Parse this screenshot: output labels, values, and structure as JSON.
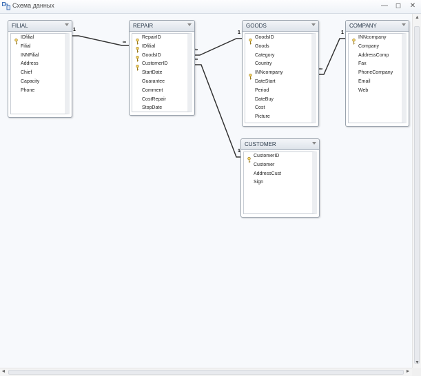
{
  "window": {
    "title": "Схема данных",
    "minimize_symbol": "—",
    "restore_symbol": "◻",
    "close_symbol": "✕"
  },
  "scroll": {
    "up": "▲",
    "down": "▼",
    "left": "◄",
    "right": "►"
  },
  "tables": {
    "filial": {
      "name": "FILIAL",
      "fields": [
        "IDfilial",
        "Filial",
        "INNFilial",
        "Address",
        "Chief",
        "Capacity",
        "Phone"
      ],
      "keys": [
        0
      ]
    },
    "repair": {
      "name": "REPAIR",
      "fields": [
        "RepairID",
        "IDfilial",
        "GoodsID",
        "CustomerID",
        "StartDate",
        "Guarantee",
        "Comment",
        "CostRepair",
        "StopDate"
      ],
      "keys": [
        0,
        1,
        2,
        3
      ]
    },
    "goods": {
      "name": "GOODS",
      "fields": [
        "GoodsID",
        "Goods",
        "Category",
        "Country",
        "INNcompany",
        "DateStart",
        "Period",
        "DateBuy",
        "Cost",
        "Picture"
      ],
      "keys": [
        0,
        4
      ]
    },
    "company": {
      "name": "COMPANY",
      "fields": [
        "INNcompany",
        "Company",
        "AddressComp",
        "Fax",
        "PhoneCompany",
        "Email",
        "Web"
      ],
      "keys": [
        0
      ]
    },
    "customer": {
      "name": "CUSTOMER",
      "fields": [
        "CustomerID",
        "Customer",
        "AddressCust",
        "Sign"
      ],
      "keys": [
        0
      ]
    }
  },
  "relationships": [
    {
      "from": "filial.IDfilial",
      "to": "repair.IDfilial",
      "one": "1",
      "many": "∞"
    },
    {
      "from": "goods.GoodsID",
      "to": "repair.GoodsID",
      "one": "1",
      "many": "∞"
    },
    {
      "from": "company.INNcompany",
      "to": "goods.INNcompany",
      "one": "1",
      "many": "∞"
    },
    {
      "from": "customer.CustomerID",
      "to": "repair.CustomerID",
      "one": "1",
      "many": "∞"
    }
  ]
}
